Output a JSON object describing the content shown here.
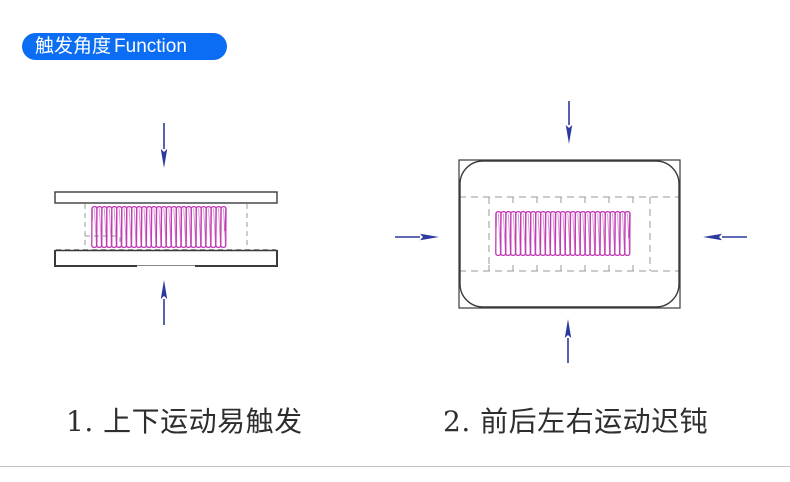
{
  "header": {
    "title_cn": "触发角度",
    "title_en": "Function"
  },
  "colors": {
    "pill_background": "#0b6cf4",
    "pill_text": "#ffffff",
    "arrow": "#2b3a9e",
    "spring": "#c03cb4",
    "outline": "#3a3a3a",
    "dashed": "#9a9a9a",
    "caption_text": "#2e2e2e",
    "separator": "#c4c4c4"
  },
  "figures": [
    {
      "id": "vertical-motion",
      "caption": "1. 上下运动易触发",
      "force_directions": [
        "down",
        "up"
      ],
      "arrow_icons": [
        "arrow-down-icon",
        "arrow-up-icon"
      ],
      "component_icon": "spring-icon"
    },
    {
      "id": "horizontal-motion",
      "caption": "2. 前后左右运动迟钝",
      "force_directions": [
        "down",
        "up",
        "right",
        "left"
      ],
      "arrow_icons": [
        "arrow-down-icon",
        "arrow-up-icon",
        "arrow-right-icon",
        "arrow-left-icon"
      ],
      "component_icon": "spring-icon"
    }
  ]
}
